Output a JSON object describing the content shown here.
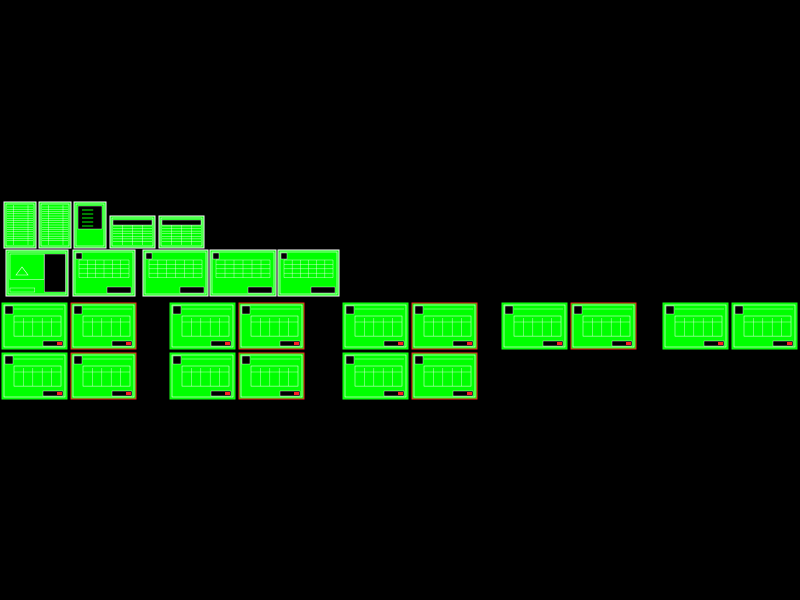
{
  "viewport": {
    "background": "#000000"
  },
  "colors": {
    "fill": "#0f0",
    "line": "#fff",
    "frame_green": "#14ff14",
    "frame_red": "#ff2020"
  },
  "sheets": [
    {
      "id": "cover-sheet-1",
      "kind": "list",
      "frame": "white"
    },
    {
      "id": "cover-sheet-2",
      "kind": "list",
      "frame": "white"
    },
    {
      "id": "notes-sheet",
      "kind": "notes",
      "frame": "white"
    },
    {
      "id": "table-sheet-1",
      "kind": "table",
      "frame": "white"
    },
    {
      "id": "table-sheet-2",
      "kind": "table",
      "frame": "white"
    },
    {
      "id": "diagram-sheet-1",
      "kind": "diagram",
      "frame": "white"
    },
    {
      "id": "diagram-sheet-2",
      "kind": "grid",
      "frame": "white"
    },
    {
      "id": "diagram-sheet-3",
      "kind": "grid",
      "frame": "white"
    },
    {
      "id": "diagram-sheet-4",
      "kind": "grid",
      "frame": "white"
    },
    {
      "id": "diagram-sheet-5",
      "kind": "grid",
      "frame": "white"
    }
  ],
  "plan_groups": [
    {
      "id": "group-1",
      "frame": "mixed"
    },
    {
      "id": "group-2",
      "frame": "mixed"
    },
    {
      "id": "group-3",
      "frame": "mixed"
    },
    {
      "id": "group-4",
      "frame": "mixed"
    },
    {
      "id": "group-5",
      "frame": "mixed"
    }
  ]
}
